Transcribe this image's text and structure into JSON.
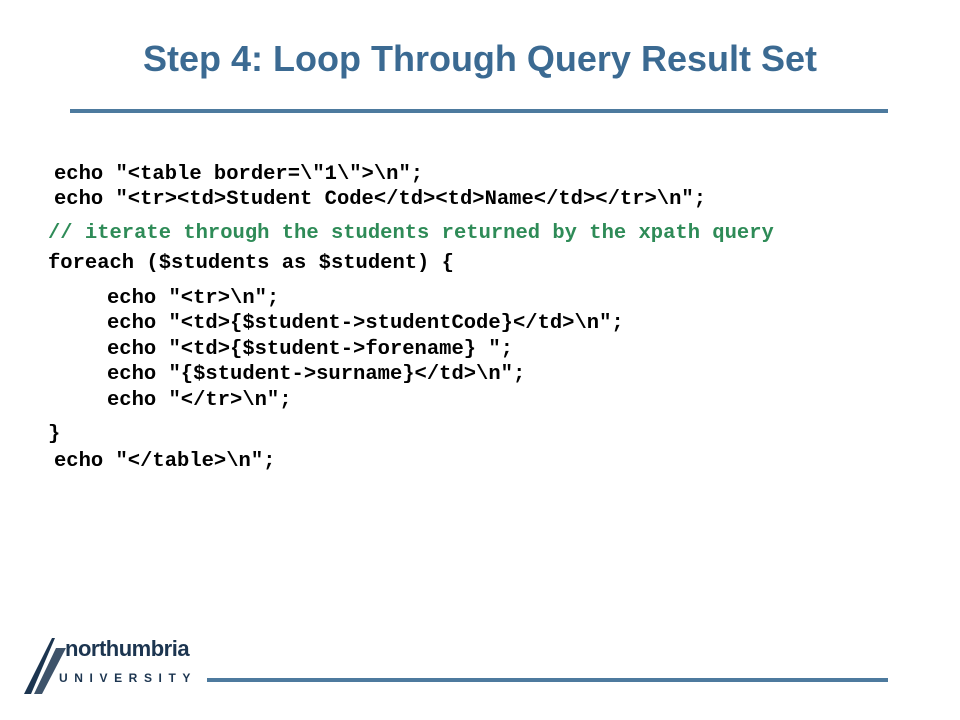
{
  "slide": {
    "title": "Step 4: Loop Through Query Result Set",
    "code": {
      "line1": "echo \"<table border=\\\"1\\\">\\n\";",
      "line2": "echo \"<tr><td>Student Code</td><td>Name</td></tr>\\n\";",
      "comment": "// iterate through the students returned by the xpath query",
      "foreach": "foreach ($students as $student) {",
      "inner1": "echo \"<tr>\\n\";",
      "inner2": "echo \"<td>{$student->studentCode}</td>\\n\";",
      "inner3": "echo \"<td>{$student->forename} \";",
      "inner4": "echo \"{$student->surname}</td>\\n\";",
      "inner5": "echo \"</tr>\\n\";",
      "close": "}",
      "last": "echo \"</table>\\n\";"
    }
  },
  "logo": {
    "name": "northumbria",
    "subtitle": "UNIVERSITY"
  },
  "colors": {
    "title": "#3b6a92",
    "rule": "#4d7a9e",
    "comment": "#2e8b57",
    "logo": "#1c3550"
  }
}
